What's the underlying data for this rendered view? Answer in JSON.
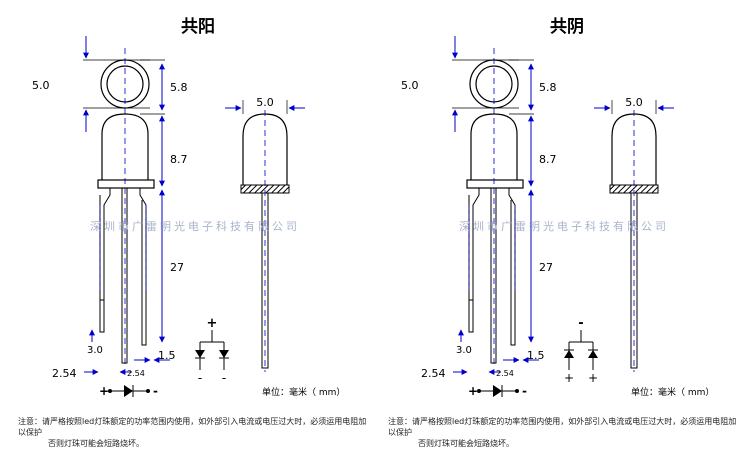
{
  "panels": [
    {
      "id": "anode",
      "title": "共阳",
      "dims": {
        "lens_diameter": "5.0",
        "top_height": "5.8",
        "side_width": "5.0",
        "body_height": "8.7",
        "lead_length": "27",
        "lead_spacing_gap": "3.0",
        "lead_pitch": "2.54",
        "lead_pitch_small": "2.54",
        "lead_width": "1.5"
      },
      "symbol": {
        "common": "+",
        "left": "-",
        "right": "-"
      },
      "lead_polarity": {
        "left": "+",
        "right": "-"
      },
      "watermark": "深圳市广雷明光电子科技有限公司",
      "unit": "单位：毫米（ mm）",
      "note_label": "注意：",
      "note_line1": "请严格按照led灯珠额定的功率范围内使用，如外部引入电流或电压过大时，必须运用电阻加以保护",
      "note_line2": "否则灯珠可能会短路烧坏。"
    },
    {
      "id": "cathode",
      "title": "共阴",
      "dims": {
        "lens_diameter": "5.0",
        "top_height": "5.8",
        "side_width": "5.0",
        "body_height": "8.7",
        "lead_length": "27",
        "lead_spacing_gap": "3.0",
        "lead_pitch": "2.54",
        "lead_pitch_small": "2.54",
        "lead_width": "1.5"
      },
      "symbol": {
        "common": "-",
        "left": "+",
        "right": "+"
      },
      "lead_polarity": {
        "left": "+",
        "right": "-"
      },
      "watermark": "深圳市广雷明光电子科技有限公司",
      "unit": "单位：毫米（ mm）",
      "note_label": "注意：",
      "note_line1": "请严格按照led灯珠额定的功率范围内使用，如外部引入电流或电压过大时，必须运用电阻加以保护",
      "note_line2": "否则灯珠可能会短路烧坏。"
    }
  ],
  "colors": {
    "outline": "#000000",
    "dimension": "#0000cc",
    "watermark": "#9aa7c4",
    "centerline": "#0000cc"
  }
}
